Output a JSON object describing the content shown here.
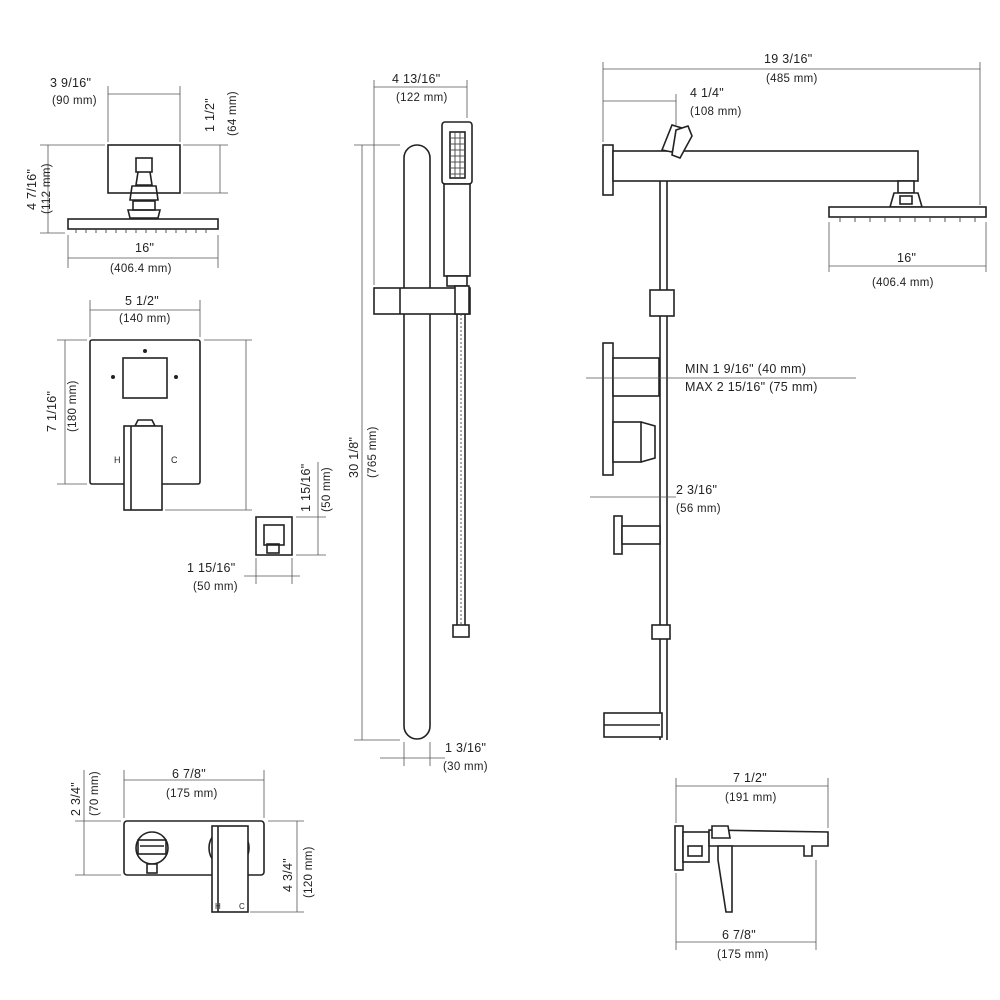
{
  "dimensions": {
    "head_top_width_in": "3 9/16\"",
    "head_top_width_mm": "(90 mm)",
    "head_arm_drop_in": "1 1/2\"",
    "head_arm_drop_mm": "(64 mm)",
    "head_height_in": "4 7/16\"",
    "head_height_mm": "(112 mm)",
    "head_width_in": "16\"",
    "head_width_mm": "(406.4 mm)",
    "valve_width_in": "5 1/2\"",
    "valve_width_mm": "(140 mm)",
    "valve_height_in": "7 1/16\"",
    "valve_height_mm": "(180 mm)",
    "elbow_height_in": "1 15/16\"",
    "elbow_height_mm": "(50 mm)",
    "elbow_width_in": "1 15/16\"",
    "elbow_width_mm": "(50 mm)",
    "handshower_width_in": "4 13/16\"",
    "handshower_width_mm": "(122 mm)",
    "bar_height_in": "30 1/8\"",
    "bar_height_mm": "(765 mm)",
    "bar_diameter_in": "1 3/16\"",
    "bar_diameter_mm": "(30 mm)",
    "arm_length_in": "19 3/16\"",
    "arm_length_mm": "(485 mm)",
    "arm_offset_in": "4 1/4\"",
    "arm_offset_mm": "(108 mm)",
    "side_head_width_in": "16\"",
    "side_head_width_mm": "(406.4 mm)",
    "wall_min": "MIN 1 9/16\" (40 mm)",
    "wall_max": "MAX 2 15/16\" (75 mm)",
    "trim_depth_in": "2 3/16\"",
    "trim_depth_mm": "(56 mm)",
    "spout_plate_width_in": "6 7/8\"",
    "spout_plate_width_mm": "(175 mm)",
    "spout_plate_height_in": "2 3/4\"",
    "spout_plate_height_mm": "(70 mm)",
    "spout_total_height_in": "4 3/4\"",
    "spout_total_height_mm": "(120 mm)",
    "spout_reach_in": "7 1/2\"",
    "spout_reach_mm": "(191 mm)",
    "spout_base_width_in": "6 7/8\"",
    "spout_base_width_mm": "(175 mm)"
  }
}
